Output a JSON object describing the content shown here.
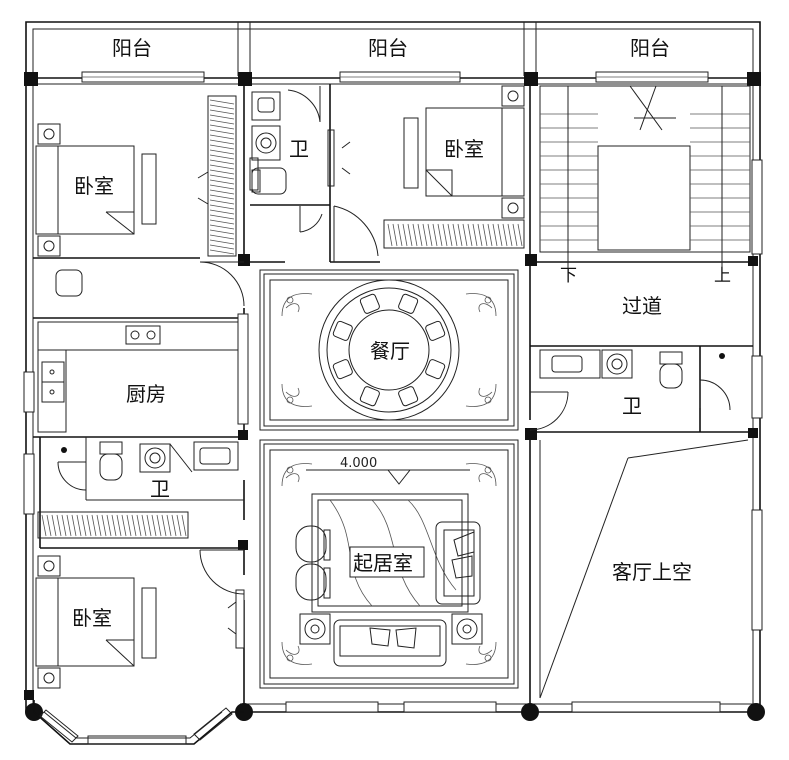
{
  "rooms": {
    "balcony_left": "阳台",
    "balcony_middle": "阳台",
    "balcony_right": "阳台",
    "bedroom_top_left": "卧室",
    "bath_top": "卫",
    "bedroom_top_middle": "卧室",
    "stair_down": "下",
    "stair_up": "上",
    "corridor": "过道",
    "dining": "餐厅",
    "kitchen": "厨房",
    "bath_right": "卫",
    "bath_left": "卫",
    "living": "起居室",
    "living_void": "客厅上空",
    "bedroom_bottom_left": "卧室"
  },
  "annotations": {
    "elevation": "4.000"
  }
}
